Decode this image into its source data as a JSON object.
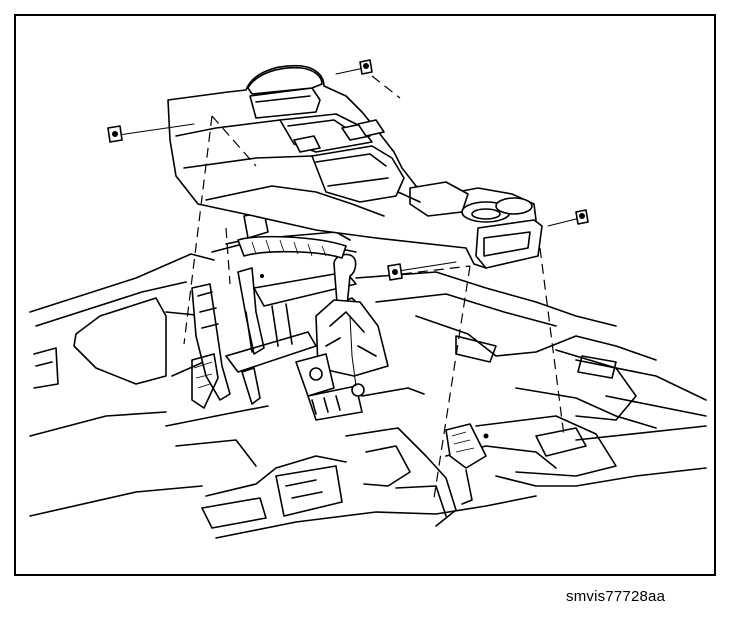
{
  "figure": {
    "caption": "smvis77728aa",
    "colors": {
      "line": "#000000",
      "background": "#ffffff"
    },
    "parts": [
      "console-assembly",
      "shift-lever",
      "fastener",
      "floor-pan",
      "console-bracket"
    ]
  }
}
